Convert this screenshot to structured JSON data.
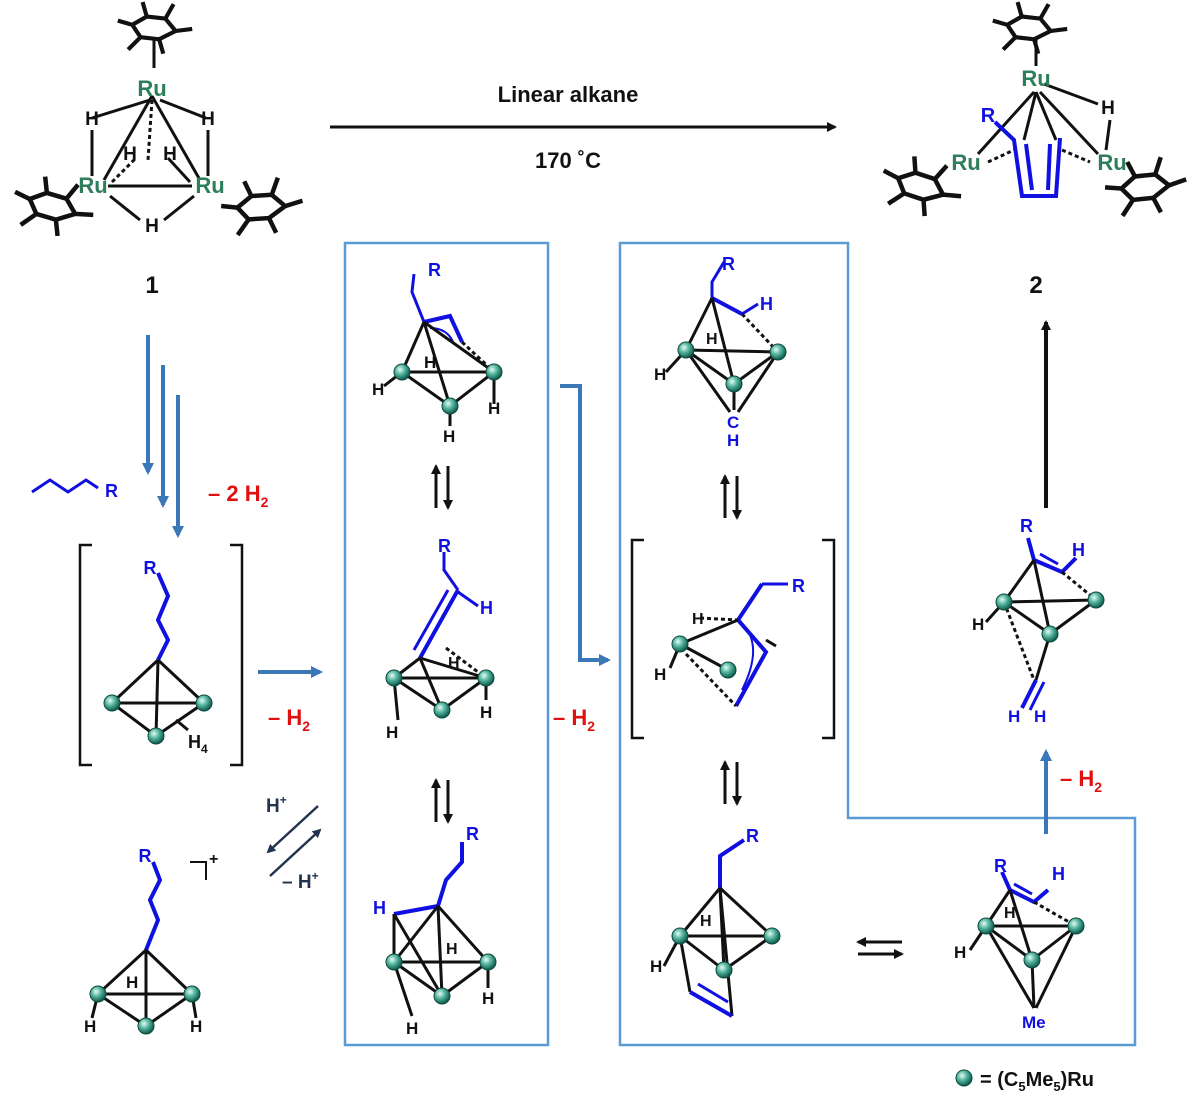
{
  "colors": {
    "ink": "#111111",
    "hydrocarbon": "#1010e0",
    "hydrogen_loss": "#e01010",
    "ruthenium": "#2e7d5b",
    "box_border": "#5b9bd5",
    "flow_arrow": "#3a78b8",
    "proton": "#23344f"
  },
  "legend": {
    "icon": "teal-sphere",
    "text": "= (C5Me5)Ru",
    "text_main": "= (C",
    "sub_5a": "5",
    "text_me": "Me",
    "sub_5b": "5",
    "text_ru": ")Ru"
  },
  "reaction": {
    "reagent": "Linear alkane",
    "condition": "170 ˚C",
    "start_label": "1",
    "product_label": "2"
  },
  "atoms": {
    "ru": "Ru",
    "h": "H",
    "h4": "H",
    "h4_sub": "4",
    "r": "R",
    "c": "C",
    "me": "Me"
  },
  "steps": {
    "minus_2h2": "– 2 H",
    "minus_2h2_sub": "2",
    "minus_h2": "– H",
    "minus_h2_sub": "2",
    "h_plus": "H",
    "h_plus_sup": "+",
    "minus_h_plus": "– H",
    "minus_h_plus_sup": "+",
    "cation_charge": "+"
  }
}
